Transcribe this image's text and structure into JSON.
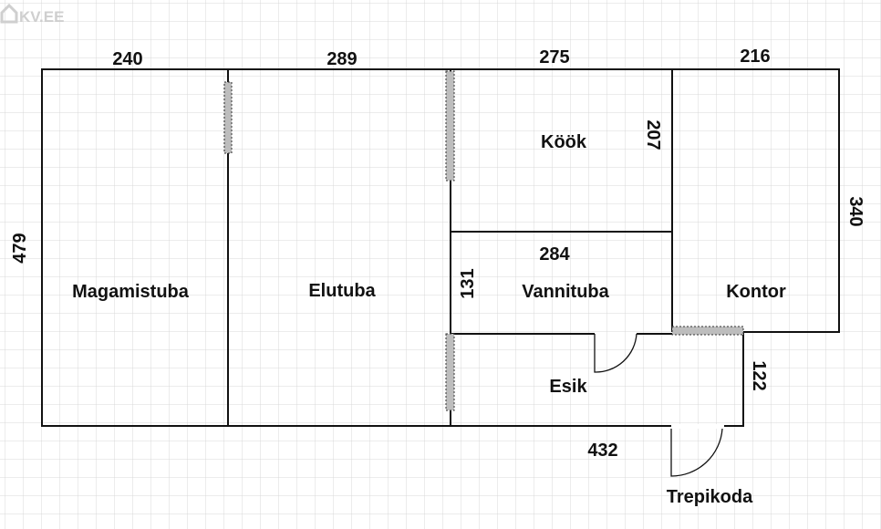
{
  "logo": {
    "text": "KV.EE"
  },
  "rooms": {
    "magamistuba": "Magamistuba",
    "elutuba": "Elutuba",
    "kook": "Köök",
    "vannituba": "Vannituba",
    "kontor": "Kontor",
    "esik": "Esik",
    "trepikoda": "Trepikoda"
  },
  "dimensions": {
    "top_magamistuba": "240",
    "top_elutuba": "289",
    "top_kook": "275",
    "top_kontor": "216",
    "left_height": "479",
    "kook_height": "207",
    "kontor_height": "340",
    "vannituba_width": "284",
    "vannituba_height": "131",
    "esik_height": "122",
    "bottom_width": "432"
  },
  "colors": {
    "grid": "#d9d9d9",
    "wall": "#111111",
    "door_fill": "#bdbdbd"
  }
}
